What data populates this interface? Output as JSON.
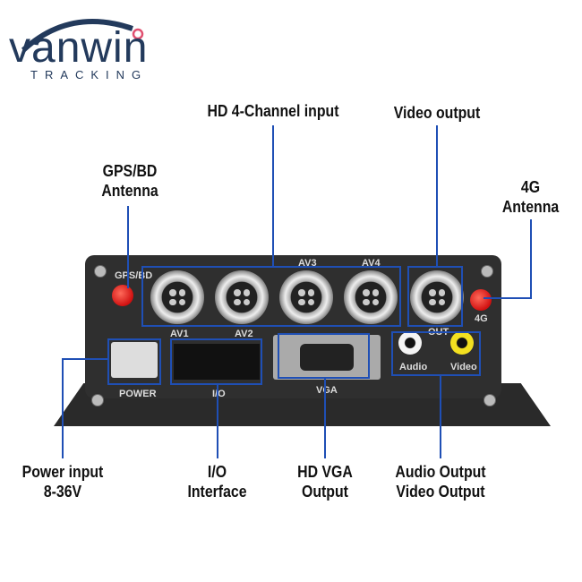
{
  "logo": {
    "brand": "vanwin",
    "subtitle": "TRACKING"
  },
  "callouts": {
    "hd_input": "HD 4-Channel input",
    "video_output": "Video output",
    "gps_line1": "GPS/BD",
    "gps_line2": "Antenna",
    "g4_line1": "4G",
    "g4_line2": "Antenna",
    "power_line1": "Power input",
    "power_line2": "8-36V",
    "io_line1": "I/O",
    "io_line2": "Interface",
    "vga_line1": "HD VGA",
    "vga_line2": "Output",
    "av_line1": "Audio Output",
    "av_line2": "Video Output"
  },
  "device_labels": {
    "gps": "GPS/BD",
    "av1": "AV1",
    "av2": "AV2",
    "av3": "AV3",
    "av4": "AV4",
    "out": "OUT",
    "g4": "4G",
    "power": "POWER",
    "io": "I/O",
    "vga": "VGA",
    "audio": "Audio",
    "video": "Video"
  },
  "colors": {
    "accent": "#1f4fb5",
    "brand": "#233a5c",
    "antenna": "#d01010"
  }
}
